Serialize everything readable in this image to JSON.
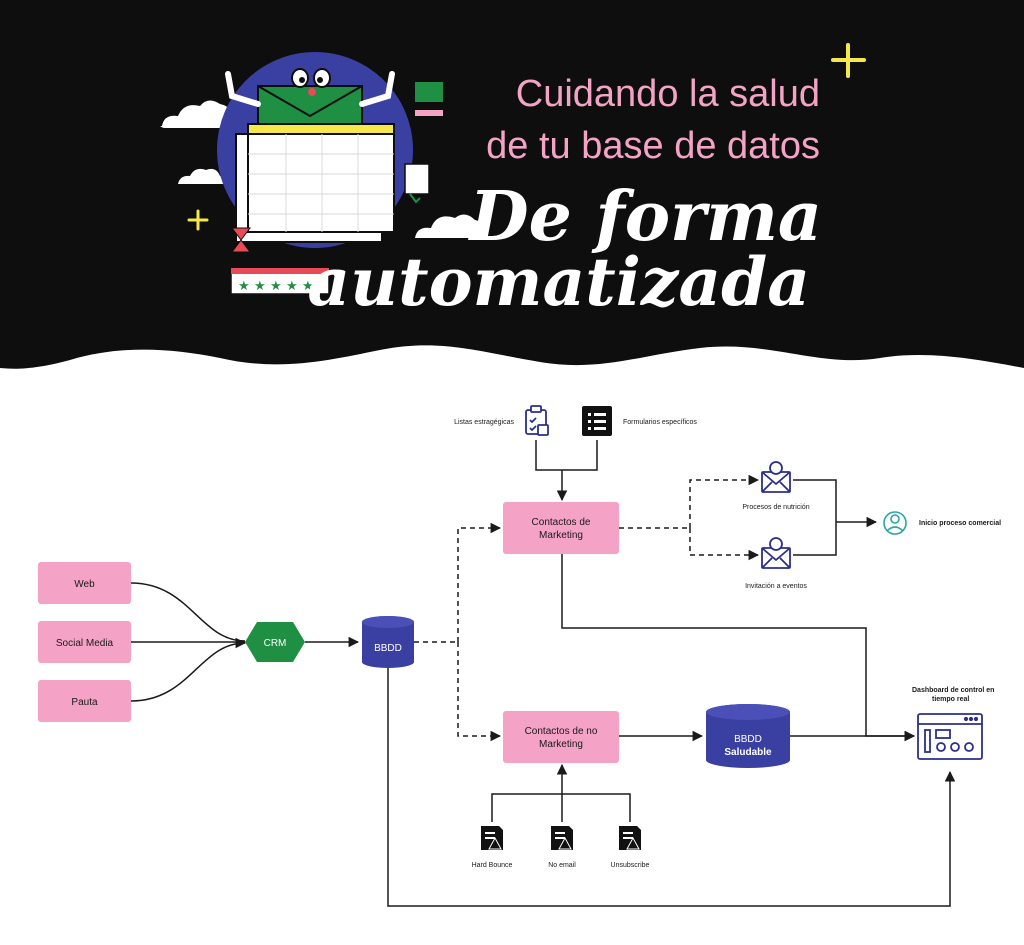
{
  "colors": {
    "header_bg": "#0e0e0e",
    "pink_title": "#f3a3c4",
    "white_title": "#ffffff",
    "accent_yellow": "#f4e84a",
    "node_pink": "#f4a2c6",
    "node_green": "#1e8f43",
    "node_navy": "#3a3fa2",
    "line": "#1a1a1a",
    "icon_navy": "#2b2f8a",
    "icon_teal": "#2aa6a6"
  },
  "header": {
    "title_line1": "Cuidando la salud",
    "title_line2": "de tu base de datos",
    "title_line3": "De forma",
    "title_line4": "automatizada"
  },
  "diagram": {
    "sources": [
      "Web",
      "Social Media",
      "Pauta"
    ],
    "crm": "CRM",
    "bbdd": "BBDD",
    "marketing_contacts": [
      "Contactos de",
      "Marketing"
    ],
    "non_marketing_contacts": [
      "Contactos de no",
      "Marketing"
    ],
    "healthy_db": [
      "BBDD",
      "Saludable"
    ],
    "top_inputs": {
      "lists": "Listas estragégicas",
      "forms": "Formularios específicos"
    },
    "branches": {
      "nutrition": "Procesos de nutrición",
      "events": "Invitación a eventos"
    },
    "commercial": "Inicio proceso comercial",
    "dashboard": [
      "Dashboard de control en",
      "tiempo real"
    ],
    "bounce": {
      "hard": "Hard Bounce",
      "no_email": "No email",
      "unsub": "Unsubscribe"
    }
  }
}
